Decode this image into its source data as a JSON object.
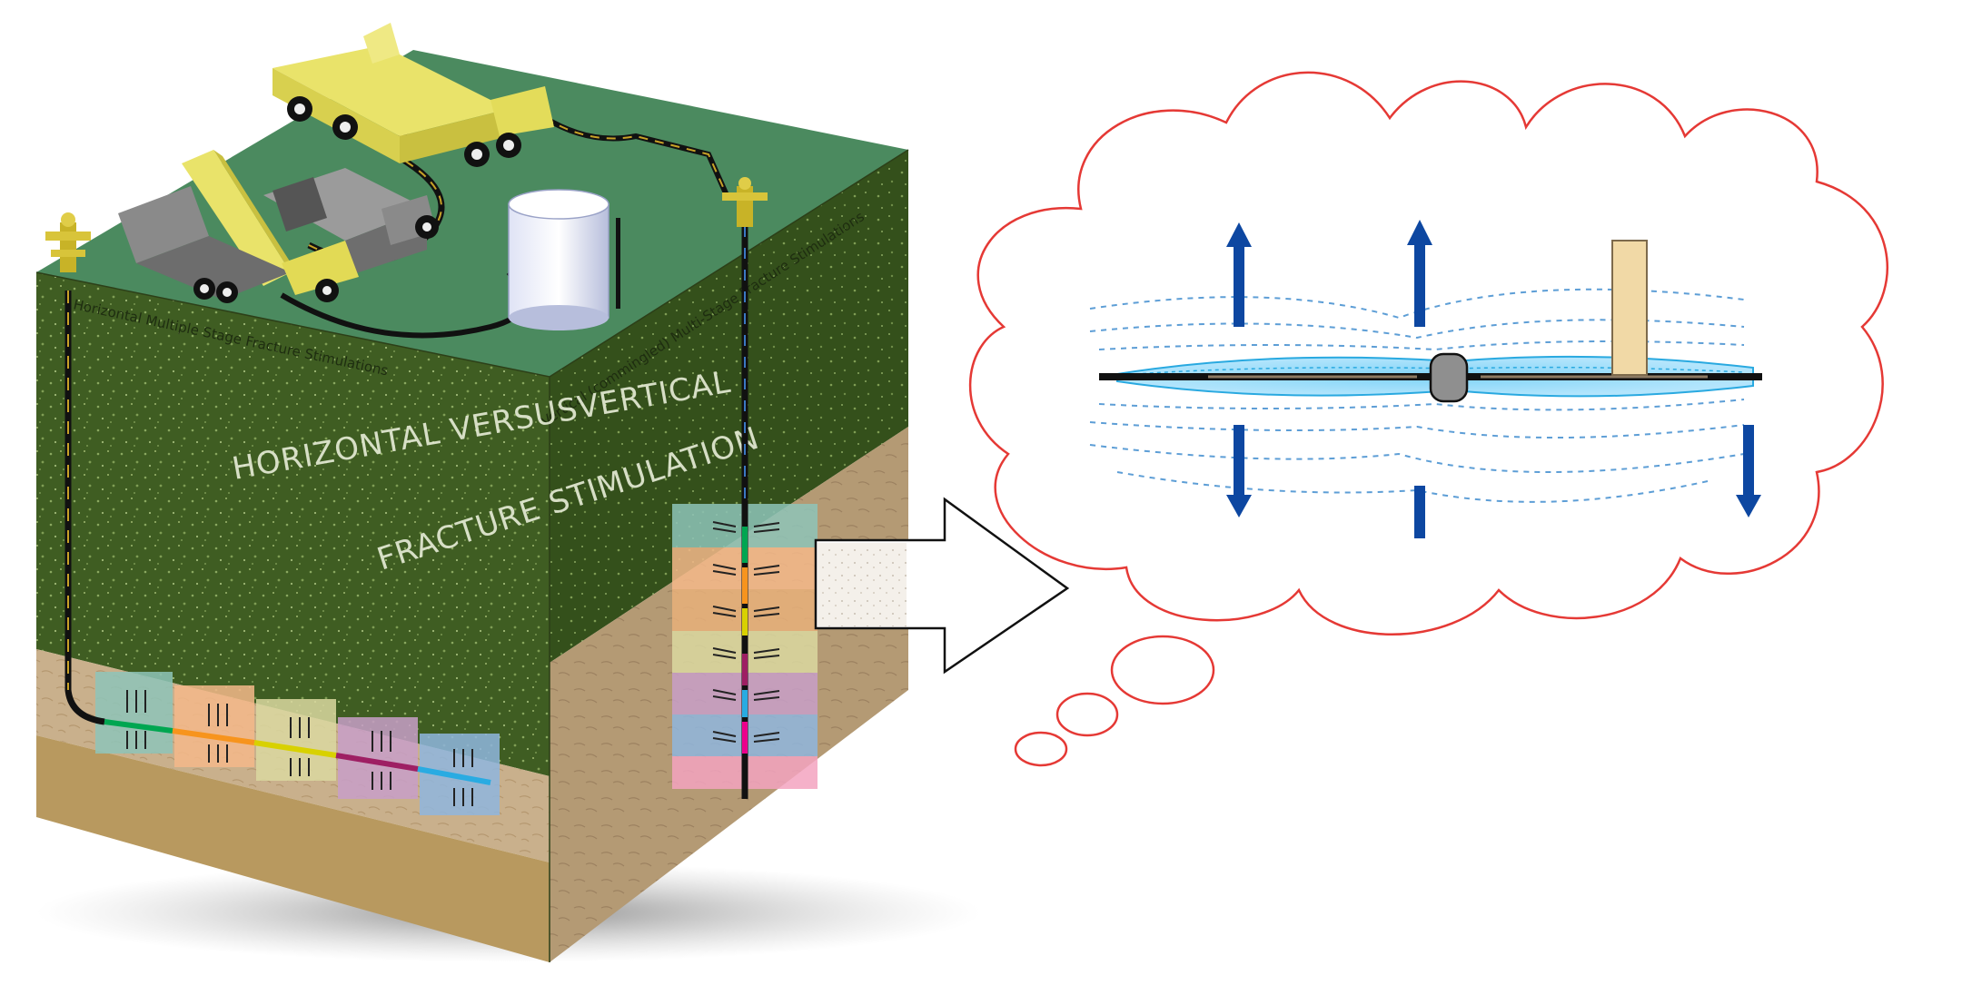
{
  "block": {
    "title_line1": "HORIZONTAL VERSUSVERTICAL",
    "title_line2": "FRACTURE STIMULATION",
    "left_label": "Horizontal Multiple Stage Fracture Stimulations",
    "right_label": "Vertical (commingled) Multi-Stage Fracture Stimulations"
  },
  "colors": {
    "surface_green": "#4b8a5f",
    "shale_green": "#3f5d22",
    "sandstone": "#c9b08c",
    "cloud_outline": "#e53935",
    "stress_arrow": "#0d47a1",
    "fracture_fluid": "#4fc3f7",
    "stage_colors": [
      "#00a651",
      "#f7941d",
      "#d8d100",
      "#9e1f63",
      "#29abe2",
      "#ec008c"
    ]
  },
  "icons": {
    "arrow": "hollow-right-arrow-icon",
    "wellhead": "wellhead-icon",
    "truck": "frac-truck-icon",
    "tank": "storage-tank-icon"
  }
}
